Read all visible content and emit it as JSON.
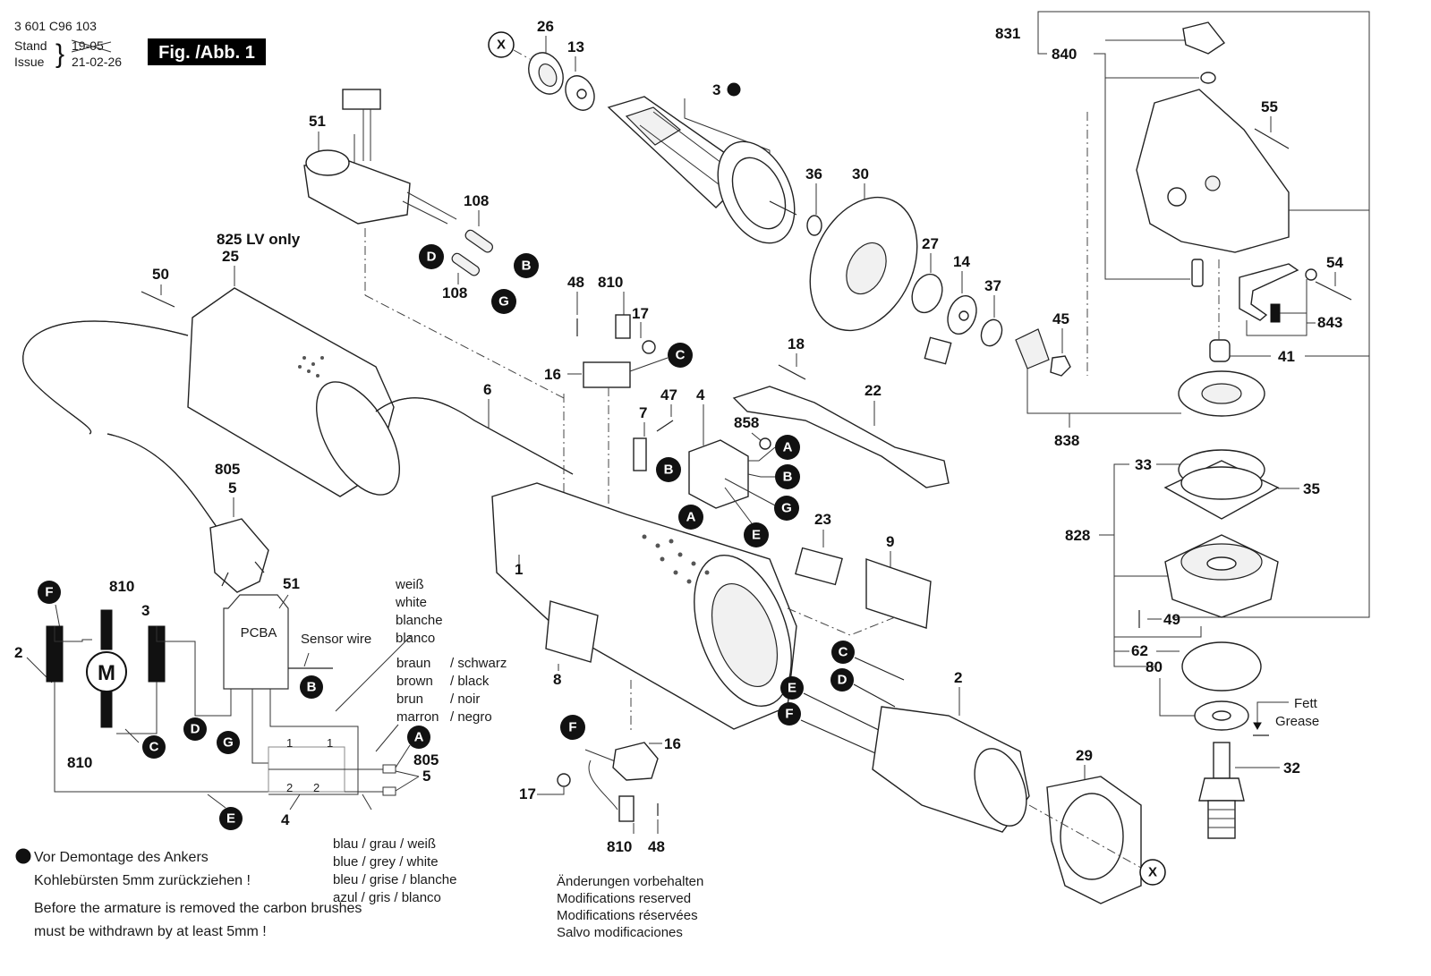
{
  "header": {
    "part_number": "3 601 C96 103",
    "stand_label": "Stand",
    "issue_label": "Issue",
    "stand_value_struck": "19-05",
    "issue_value": "21-02-26",
    "figure_label": "Fig. /Abb. 1"
  },
  "callouts": {
    "c26": "26",
    "c13": "13",
    "c3": "3",
    "c36": "36",
    "c30": "30",
    "c27": "27",
    "c14": "14",
    "c37": "37",
    "c45": "45",
    "c838": "838",
    "c51_top": "51",
    "c108a": "108",
    "c108b": "108",
    "c825": "825  LV only",
    "c25": "25",
    "c50": "50",
    "c6": "6",
    "c805_top": "805",
    "c5_top": "5",
    "c48_top": "48",
    "c810_top": "810",
    "c17_top": "17",
    "c16_top": "16",
    "c47": "47",
    "c7": "7",
    "c4_top": "4",
    "c858": "858",
    "c18": "18",
    "c22": "22",
    "c23": "23",
    "c9": "9",
    "c1": "1",
    "c8": "8",
    "c2_right": "2",
    "c29": "29",
    "c16_bot": "16",
    "c17_bot": "17",
    "c810_bot": "810",
    "c48_bot": "48",
    "c831": "831",
    "c840": "840",
    "c55": "55",
    "c54": "54",
    "c843": "843",
    "c41": "41",
    "c33": "33",
    "c35": "35",
    "c828": "828",
    "c49": "49",
    "c62": "62",
    "c80": "80",
    "c32": "32"
  },
  "connectors": {
    "A": "A",
    "B": "B",
    "C": "C",
    "D": "D",
    "E": "E",
    "F": "F",
    "G": "G",
    "X": "X"
  },
  "grease_note": {
    "line1": "Fett",
    "line2": "Grease"
  },
  "schematic": {
    "motor_label": "M",
    "pcba_label": "PCBA",
    "sensor_wire": "Sensor wire",
    "n810_top": "810",
    "n810_bot": "810",
    "n3": "3",
    "n2": "2",
    "n51": "51",
    "n4": "4",
    "n805": "805",
    "n5": "5",
    "switch_pos1a": "1",
    "switch_pos1b": "1",
    "switch_pos2a": "2",
    "switch_pos2b": "2",
    "white_colors": [
      "weiß",
      "white",
      "blanche",
      "blanco"
    ],
    "brown_colors": [
      {
        "a": "braun",
        "b": "/ schwarz"
      },
      {
        "a": "brown",
        "b": "/ black"
      },
      {
        "a": "brun",
        "b": "/ noir"
      },
      {
        "a": "marron",
        "b": "/ negro"
      }
    ],
    "blue_colors": [
      "blau / grau / weiß",
      "blue / grey  / white",
      "bleu / grise / blanche",
      "azul / gris   / blanco"
    ]
  },
  "notes": {
    "de_line1": "Vor Demontage des Ankers",
    "de_line2": "Kohlebürsten 5mm zurückziehen !",
    "en_line1": "Before the armature is removed the carbon brushes",
    "en_line2": "must be withdrawn by at least 5mm !"
  },
  "modifications": [
    "Änderungen vorbehalten",
    "Modifications reserved",
    "Modifications réservées",
    "Salvo modificaciones"
  ]
}
